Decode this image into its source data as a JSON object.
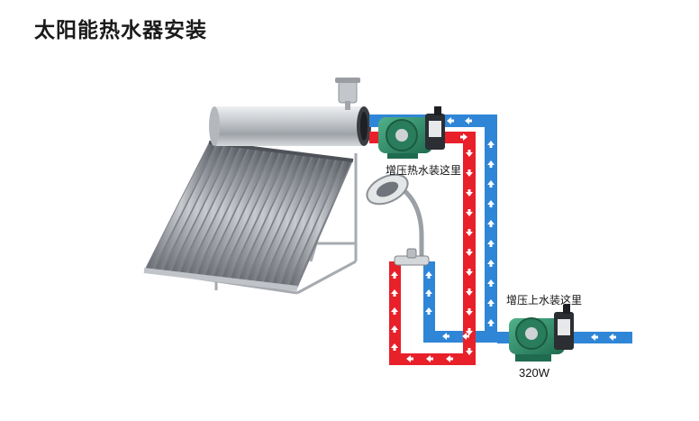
{
  "title": "太阳能热水器安装",
  "labels": {
    "hot_pump": "增压热水装这里",
    "cold_pump": "增压上水装这里",
    "power": "320W"
  },
  "colors": {
    "hot_pipe": "#e8202a",
    "cold_pipe": "#2f86d6",
    "arrow": "#ffffff",
    "pump_body": "#2f8f6a",
    "tank": "#c9ccd0"
  }
}
